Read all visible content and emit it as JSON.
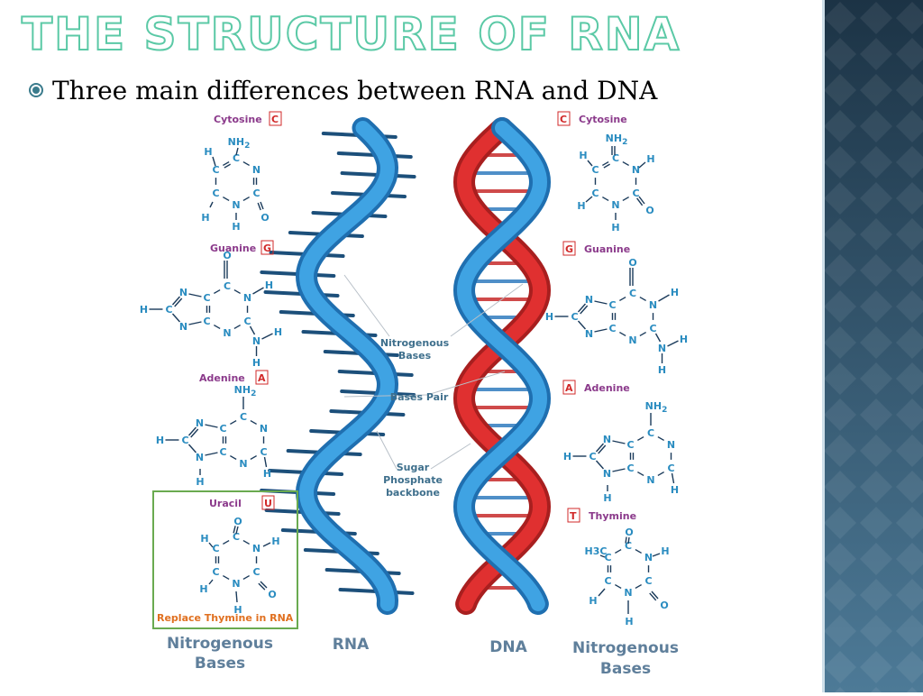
{
  "slide": {
    "title": "THE STRUCTURE OF RNA",
    "bullet": "Three main differences between RNA and DNA"
  },
  "figure": {
    "left_bases": [
      {
        "name": "Cytosine",
        "letter": "C"
      },
      {
        "name": "Guanine",
        "letter": "G"
      },
      {
        "name": "Adenine",
        "letter": "A"
      },
      {
        "name": "Uracil",
        "letter": "U"
      }
    ],
    "right_bases": [
      {
        "name": "Cytosine",
        "letter": "C"
      },
      {
        "name": "Guanine",
        "letter": "G"
      },
      {
        "name": "Adenine",
        "letter": "A"
      },
      {
        "name": "Thymine",
        "letter": "T"
      }
    ],
    "uracil_note": "Replace Thymine in RNA",
    "center_labels": {
      "nitrogenous": [
        "Nitrogenous",
        "Bases"
      ],
      "pair": "Bases Pair",
      "backbone": [
        "Sugar",
        "Phosphate",
        "backbone"
      ]
    },
    "captions": {
      "left": [
        "Nitrogenous",
        "Bases"
      ],
      "rna": "RNA",
      "dna": "DNA",
      "right": [
        "Nitrogenous",
        "Bases"
      ]
    },
    "atoms": {
      "nh2": "NH",
      "sub2": "2",
      "h": "H",
      "c": "C",
      "n": "N",
      "o": "O",
      "h3c": "H3C"
    }
  },
  "colors": {
    "title_outline": "#5bc9a6",
    "sidebar": "#1f3a4d",
    "strand_blue": "#2f8fd6",
    "strand_red": "#d92a2a",
    "atom_blue": "#2a8cc0",
    "base_name": "#8b3a8b",
    "letter_red": "#d12a2a",
    "box_green": "#6aaa50",
    "note_orange": "#e07020",
    "caption": "#5f7f9b"
  }
}
